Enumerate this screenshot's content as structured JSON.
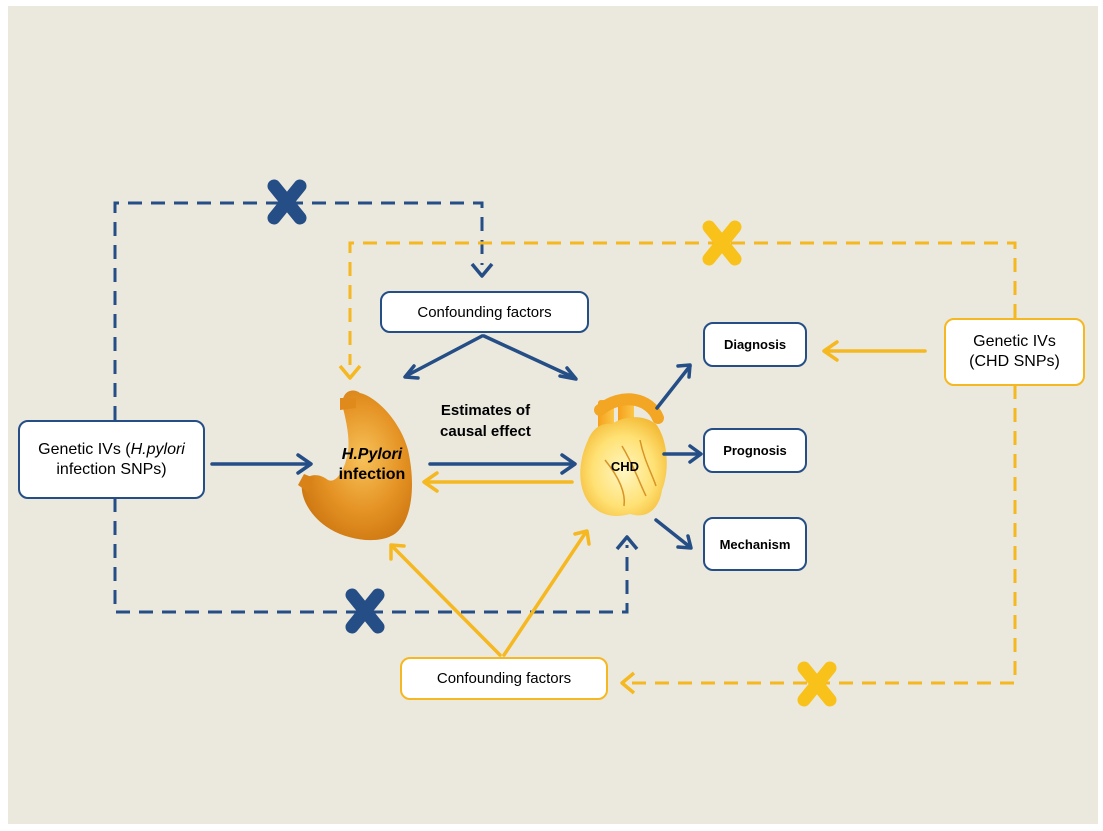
{
  "colors": {
    "blue": "#244e85",
    "gold": "#f5b820",
    "background": "#ebe8de"
  },
  "boxes": {
    "confounding_top": "Confounding factors",
    "confounding_bottom": "Confounding factors",
    "genetic_hp_prefix": "Genetic IVs (",
    "genetic_hp_italic": "H.pylori",
    "genetic_hp_line2": "infection SNPs)",
    "genetic_chd_line1": "Genetic IVs",
    "genetic_chd_line2": "(CHD SNPs)",
    "diagnosis": "Diagnosis",
    "prognosis": "Prognosis",
    "mechanism": "Mechanism"
  },
  "labels": {
    "hpylori_italic": "H.Pylori",
    "hpylori_line2": "infection",
    "chd": "CHD",
    "estimates_line1": "Estimates of",
    "estimates_line2": "causal effect"
  },
  "icons": [
    "stomach-icon",
    "heart-icon",
    "blocked-cross-icon"
  ]
}
